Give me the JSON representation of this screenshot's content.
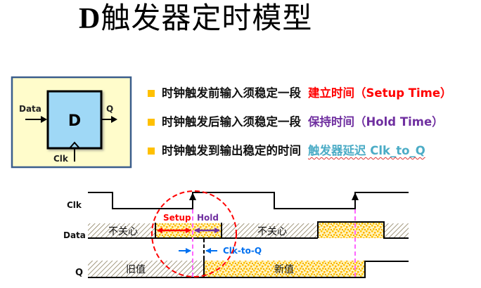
{
  "title": {
    "prefix": "D",
    "rest": "触发器定时模型"
  },
  "block": {
    "input_label": "Data",
    "output_label": "Q",
    "name": "D",
    "clock_label": "Clk",
    "colors": {
      "panel_bg": "#fffccb",
      "panel_border": "#3b5e8c",
      "block_fill": "#9fd8f6",
      "block_border": "#000000"
    }
  },
  "bullets": [
    {
      "text": "时钟触发前输入须稳定一段",
      "highlight": "建立时间（Setup Time）",
      "color": "#ff0000",
      "underline": false
    },
    {
      "text": "时钟触发后输入须稳定一段",
      "highlight": "保持时间（Hold Time）",
      "color": "#7030a0",
      "underline": false
    },
    {
      "text": "时钟触发到输出稳定的时间",
      "highlight": "触发器延迟 Clk_to_Q",
      "color": "#4bacc6",
      "underline": true
    }
  ],
  "bullet_color": "#ffc000",
  "timing": {
    "signals": {
      "clk": "Clk",
      "data": "Data",
      "q": "Q"
    },
    "data_segments": {
      "dont_care_1": "不关心",
      "dont_care_2": "不关心"
    },
    "q_segments": {
      "old": "旧值",
      "new": "新值"
    },
    "annotations": {
      "setup": "Setup",
      "hold": "Hold",
      "clk_to_q": "Clk-to-Q"
    },
    "colors": {
      "setup": "#ff0000",
      "hold": "#7030a0",
      "clk_to_q": "#0070f0",
      "edge_marker": "#ff66ff",
      "circle": "#ff0000",
      "valid_fill": "#ffc000",
      "hatch": "#8c8060"
    }
  }
}
